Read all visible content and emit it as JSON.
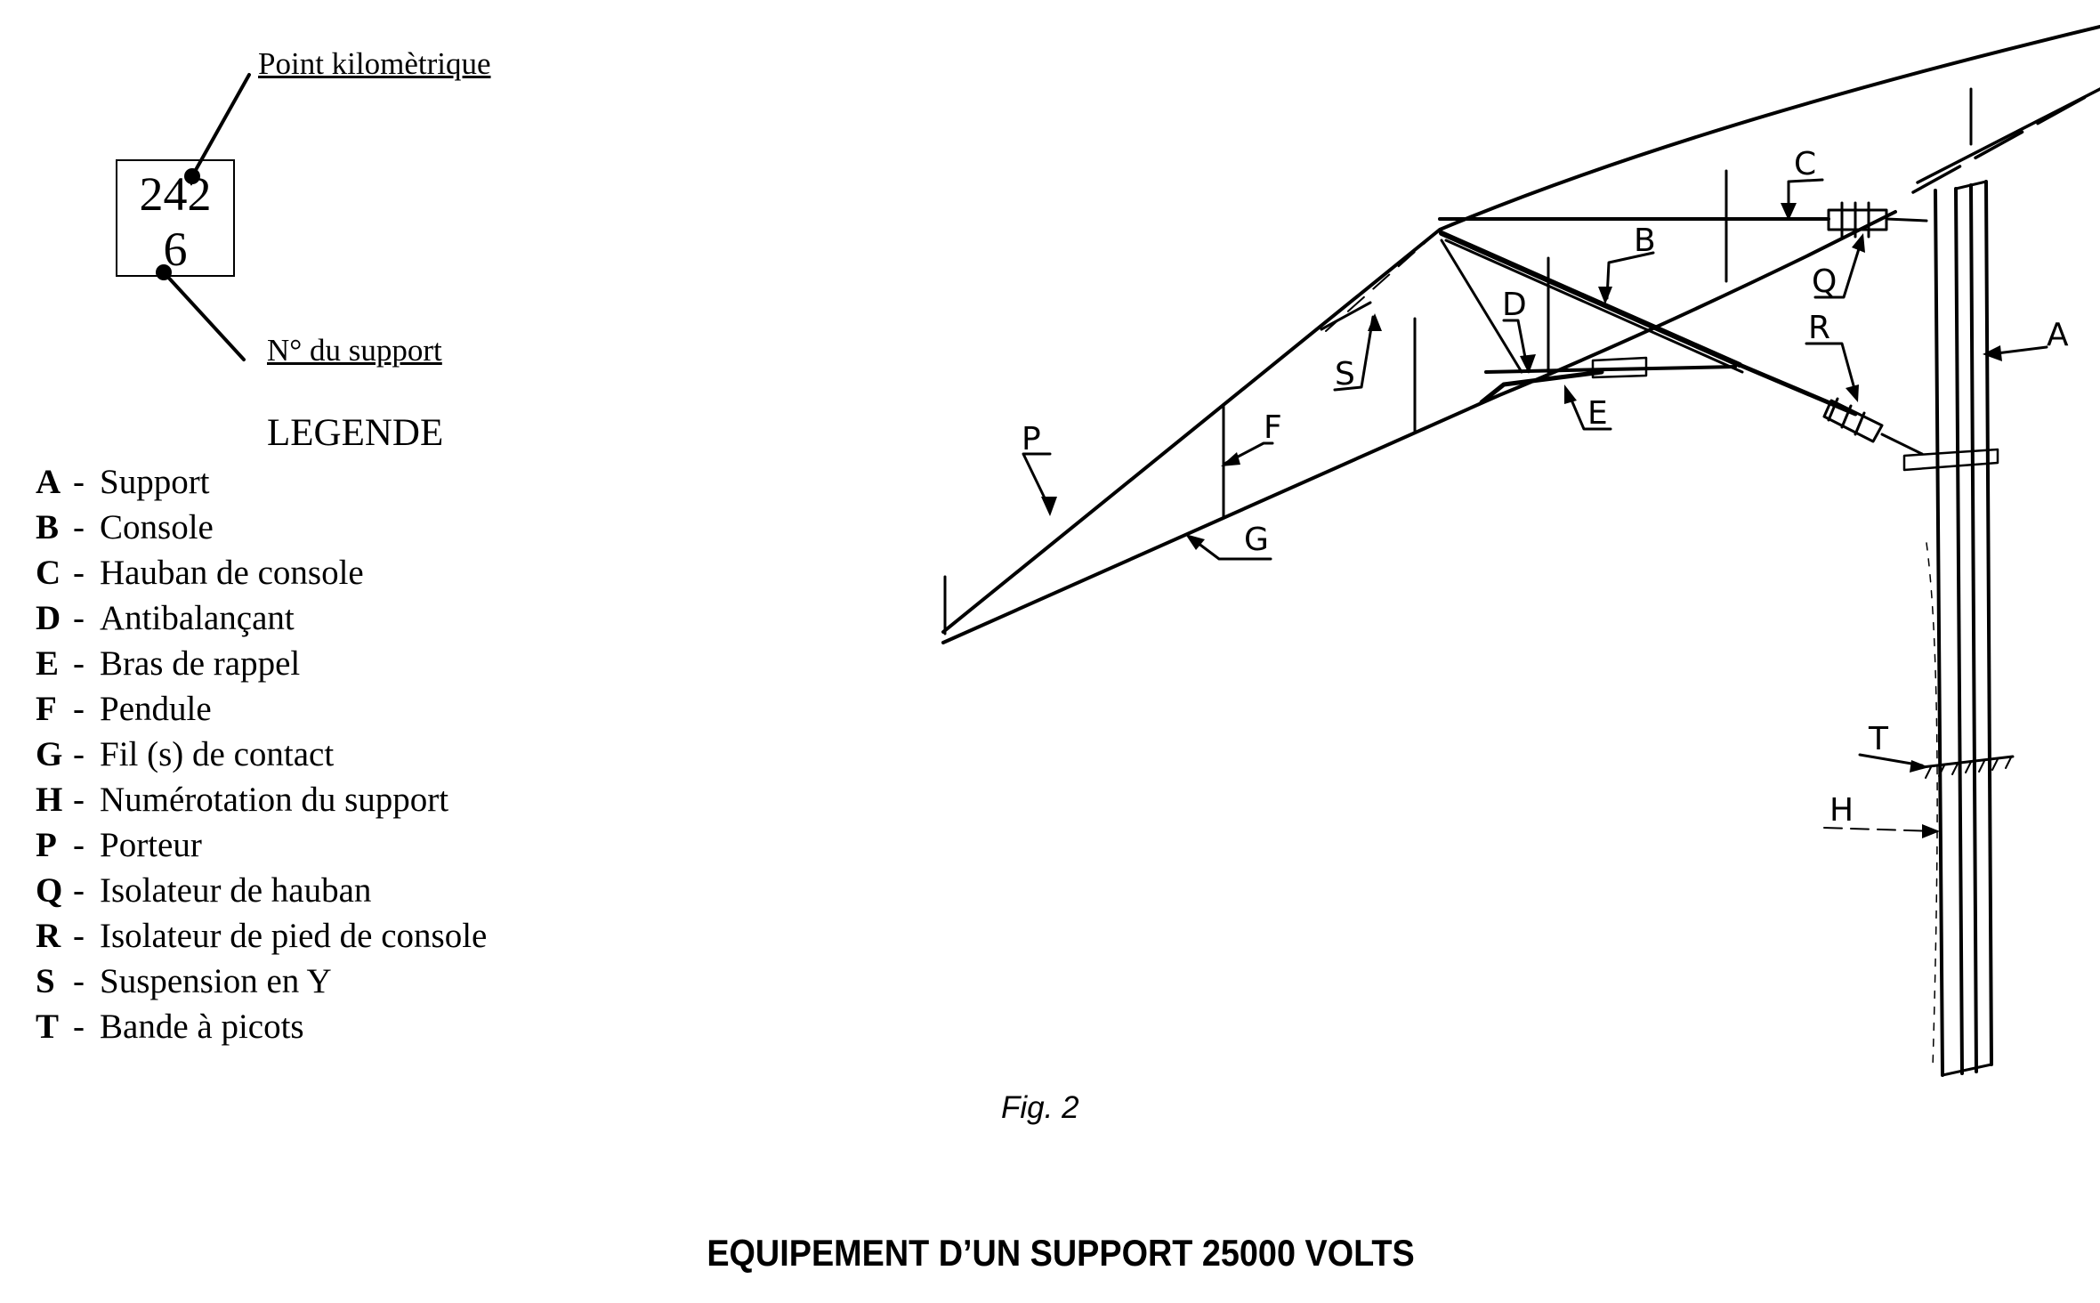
{
  "callouts": {
    "point_kilometrique": "Point kilomètrique",
    "numero_support": "N° du support"
  },
  "support_plate": {
    "line1": "242",
    "line2": "6"
  },
  "legend": {
    "title": "LEGENDE",
    "items": [
      {
        "code": "A",
        "label": "Support"
      },
      {
        "code": "B",
        "label": "Console"
      },
      {
        "code": "C",
        "label": "Hauban de console"
      },
      {
        "code": "D",
        "label": "Antibalançant"
      },
      {
        "code": "E",
        "label": "Bras de rappel"
      },
      {
        "code": "F",
        "label": "Pendule"
      },
      {
        "code": "G",
        "label": "Fil (s) de contact"
      },
      {
        "code": "H",
        "label": "Numérotation du support"
      },
      {
        "code": "P",
        "label": "Porteur"
      },
      {
        "code": "Q",
        "label": "Isolateur de hauban"
      },
      {
        "code": "R",
        "label": "Isolateur de pied de console"
      },
      {
        "code": "S",
        "label": "Suspension en Y"
      },
      {
        "code": "T",
        "label": "Bande à picots"
      }
    ]
  },
  "drawing_labels": {
    "A": "A",
    "B": "B",
    "C": "C",
    "D": "D",
    "E": "E",
    "F": "F",
    "G": "G",
    "H": "H",
    "P": "P",
    "Q": "Q",
    "R": "R",
    "S": "S",
    "T": "T"
  },
  "figure": {
    "caption": "Fig. 2",
    "title": "EQUIPEMENT D’UN SUPPORT 25000 VOLTS"
  }
}
